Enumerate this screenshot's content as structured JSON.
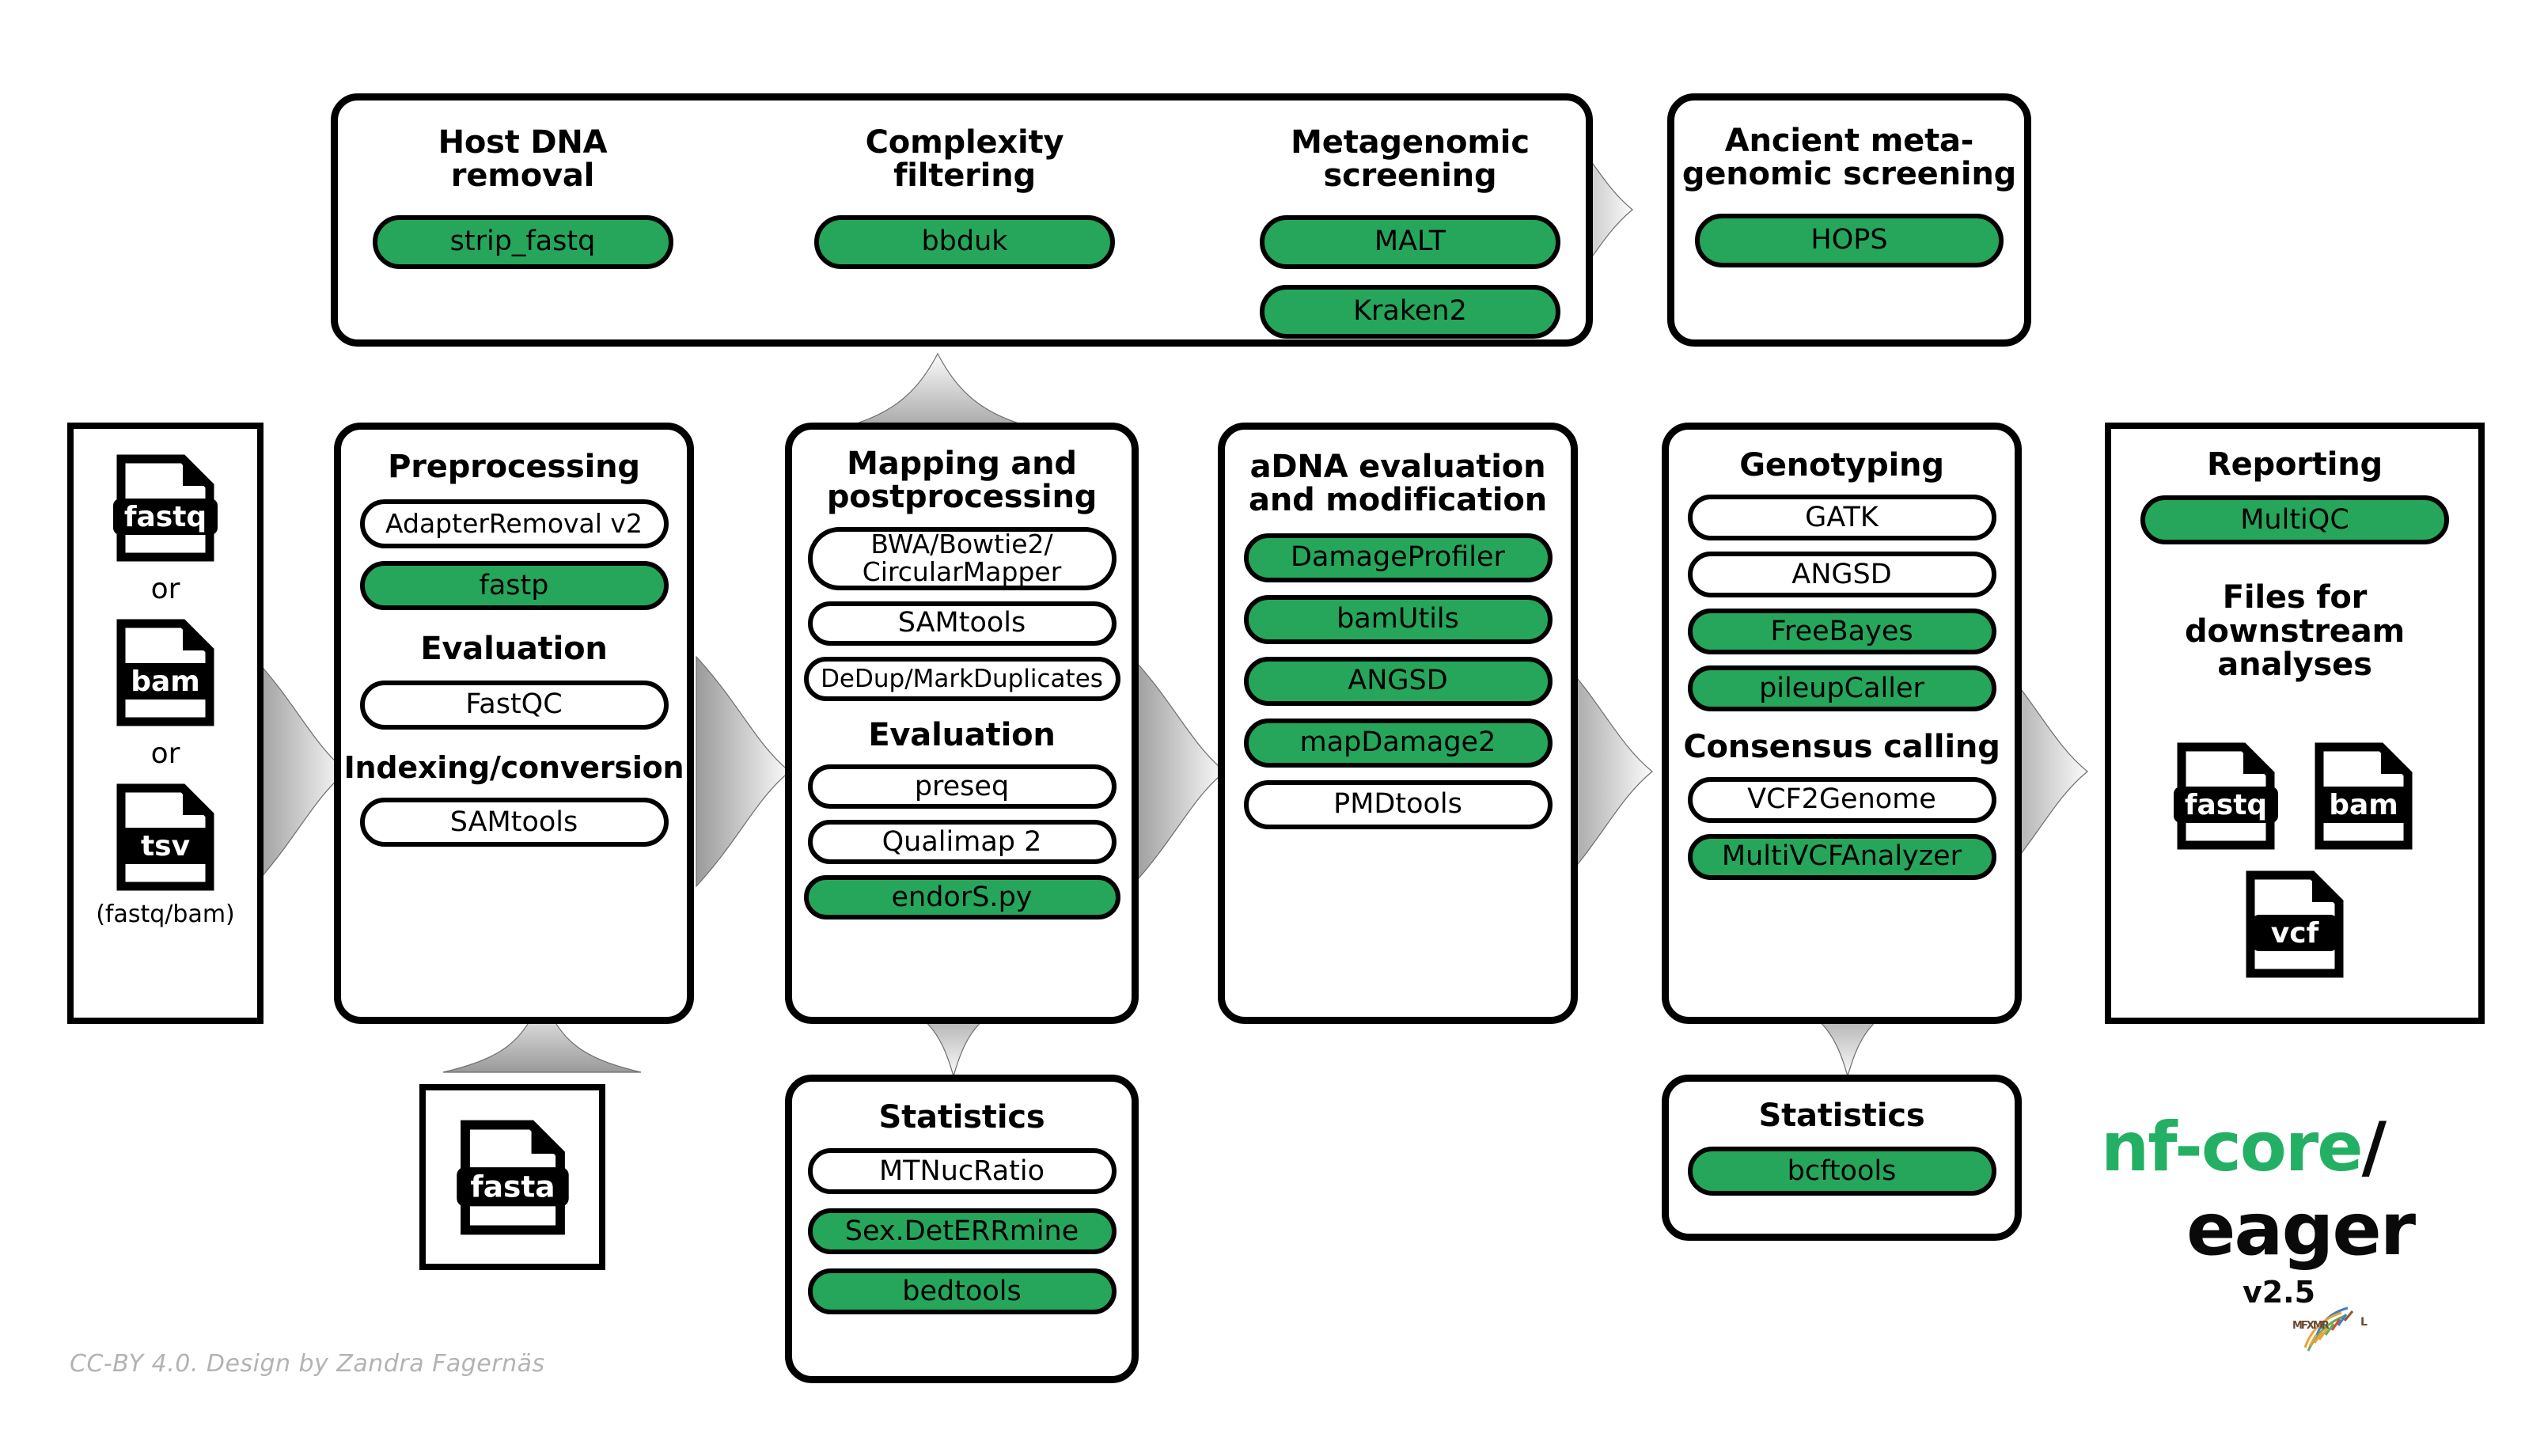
{
  "colors": {
    "green": "#26a65b",
    "black": "#000000",
    "white": "#ffffff",
    "arrow_gray_light": "#f2f2f2",
    "arrow_gray_dark": "#9a9a9a",
    "credit_gray": "#b3b3b3",
    "logo_green": "#24b064"
  },
  "top_panel": {
    "sections": [
      {
        "title": "Host DNA\nremoval",
        "tools": [
          {
            "label": "strip_fastq",
            "highlighted": true
          }
        ]
      },
      {
        "title": "Complexity\nfiltering",
        "tools": [
          {
            "label": "bbduk",
            "highlighted": true
          }
        ]
      },
      {
        "title": "Metagenomic\nscreening",
        "tools": [
          {
            "label": "MALT",
            "highlighted": true
          },
          {
            "label": "Kraken2",
            "highlighted": true
          }
        ]
      }
    ]
  },
  "ancient_meta": {
    "title": "Ancient meta-\ngenomic screening",
    "tools": [
      {
        "label": "HOPS",
        "highlighted": true
      }
    ]
  },
  "inputs": {
    "files": [
      {
        "ext": "fastq"
      },
      {
        "ext": "bam"
      },
      {
        "ext": "tsv"
      }
    ],
    "separators": [
      "or",
      "or"
    ],
    "note": "(fastq/bam)"
  },
  "preprocessing": {
    "title": "Preprocessing",
    "tools": [
      {
        "label": "AdapterRemoval v2",
        "highlighted": false
      },
      {
        "label": "fastp",
        "highlighted": true
      }
    ],
    "subsections": [
      {
        "title": "Evaluation",
        "tools": [
          {
            "label": "FastQC",
            "highlighted": false
          }
        ]
      },
      {
        "title": "Indexing/conversion",
        "tools": [
          {
            "label": "SAMtools",
            "highlighted": false
          }
        ]
      }
    ]
  },
  "mapping": {
    "title": "Mapping and\npostprocessing",
    "tools": [
      {
        "label": "BWA/Bowtie2/\nCircularMapper",
        "highlighted": false
      },
      {
        "label": "SAMtools",
        "highlighted": false
      },
      {
        "label": "DeDup/MarkDuplicates",
        "highlighted": false
      }
    ],
    "subsections": [
      {
        "title": "Evaluation",
        "tools": [
          {
            "label": "preseq",
            "highlighted": false
          },
          {
            "label": "Qualimap 2",
            "highlighted": false
          },
          {
            "label": "endorS.py",
            "highlighted": true
          }
        ]
      }
    ]
  },
  "adna": {
    "title": "aDNA evaluation\nand modification",
    "tools": [
      {
        "label": "DamageProfiler",
        "highlighted": true
      },
      {
        "label": "bamUtils",
        "highlighted": true
      },
      {
        "label": "ANGSD",
        "highlighted": true
      },
      {
        "label": "mapDamage2",
        "highlighted": true
      },
      {
        "label": "PMDtools",
        "highlighted": false
      }
    ]
  },
  "genotyping": {
    "title": "Genotyping",
    "tools": [
      {
        "label": "GATK",
        "highlighted": false
      },
      {
        "label": "ANGSD",
        "highlighted": false
      },
      {
        "label": "FreeBayes",
        "highlighted": true
      },
      {
        "label": "pileupCaller",
        "highlighted": true
      }
    ],
    "subsections": [
      {
        "title": "Consensus calling",
        "tools": [
          {
            "label": "VCF2Genome",
            "highlighted": false
          },
          {
            "label": "MultiVCFAnalyzer",
            "highlighted": true
          }
        ]
      }
    ]
  },
  "reporting": {
    "title": "Reporting",
    "tools": [
      {
        "label": "MultiQC",
        "highlighted": true
      }
    ],
    "downstream_title": "Files for downstream\nanalyses",
    "files": [
      {
        "ext": "fastq"
      },
      {
        "ext": "bam"
      },
      {
        "ext": "vcf"
      }
    ]
  },
  "reference": {
    "files": [
      {
        "ext": "fasta"
      }
    ]
  },
  "stats_left": {
    "title": "Statistics",
    "tools": [
      {
        "label": "MTNucRatio",
        "highlighted": false
      },
      {
        "label": "Sex.DetERRmine",
        "highlighted": true
      },
      {
        "label": "bedtools",
        "highlighted": true
      }
    ]
  },
  "stats_right": {
    "title": "Statistics",
    "tools": [
      {
        "label": "bcftools",
        "highlighted": true
      }
    ]
  },
  "logo": {
    "org": "nf-core",
    "slash": "/",
    "name": "eager",
    "version": "v2.5"
  },
  "credit": "CC-BY 4.0. Design by Zandra Fagernäs"
}
